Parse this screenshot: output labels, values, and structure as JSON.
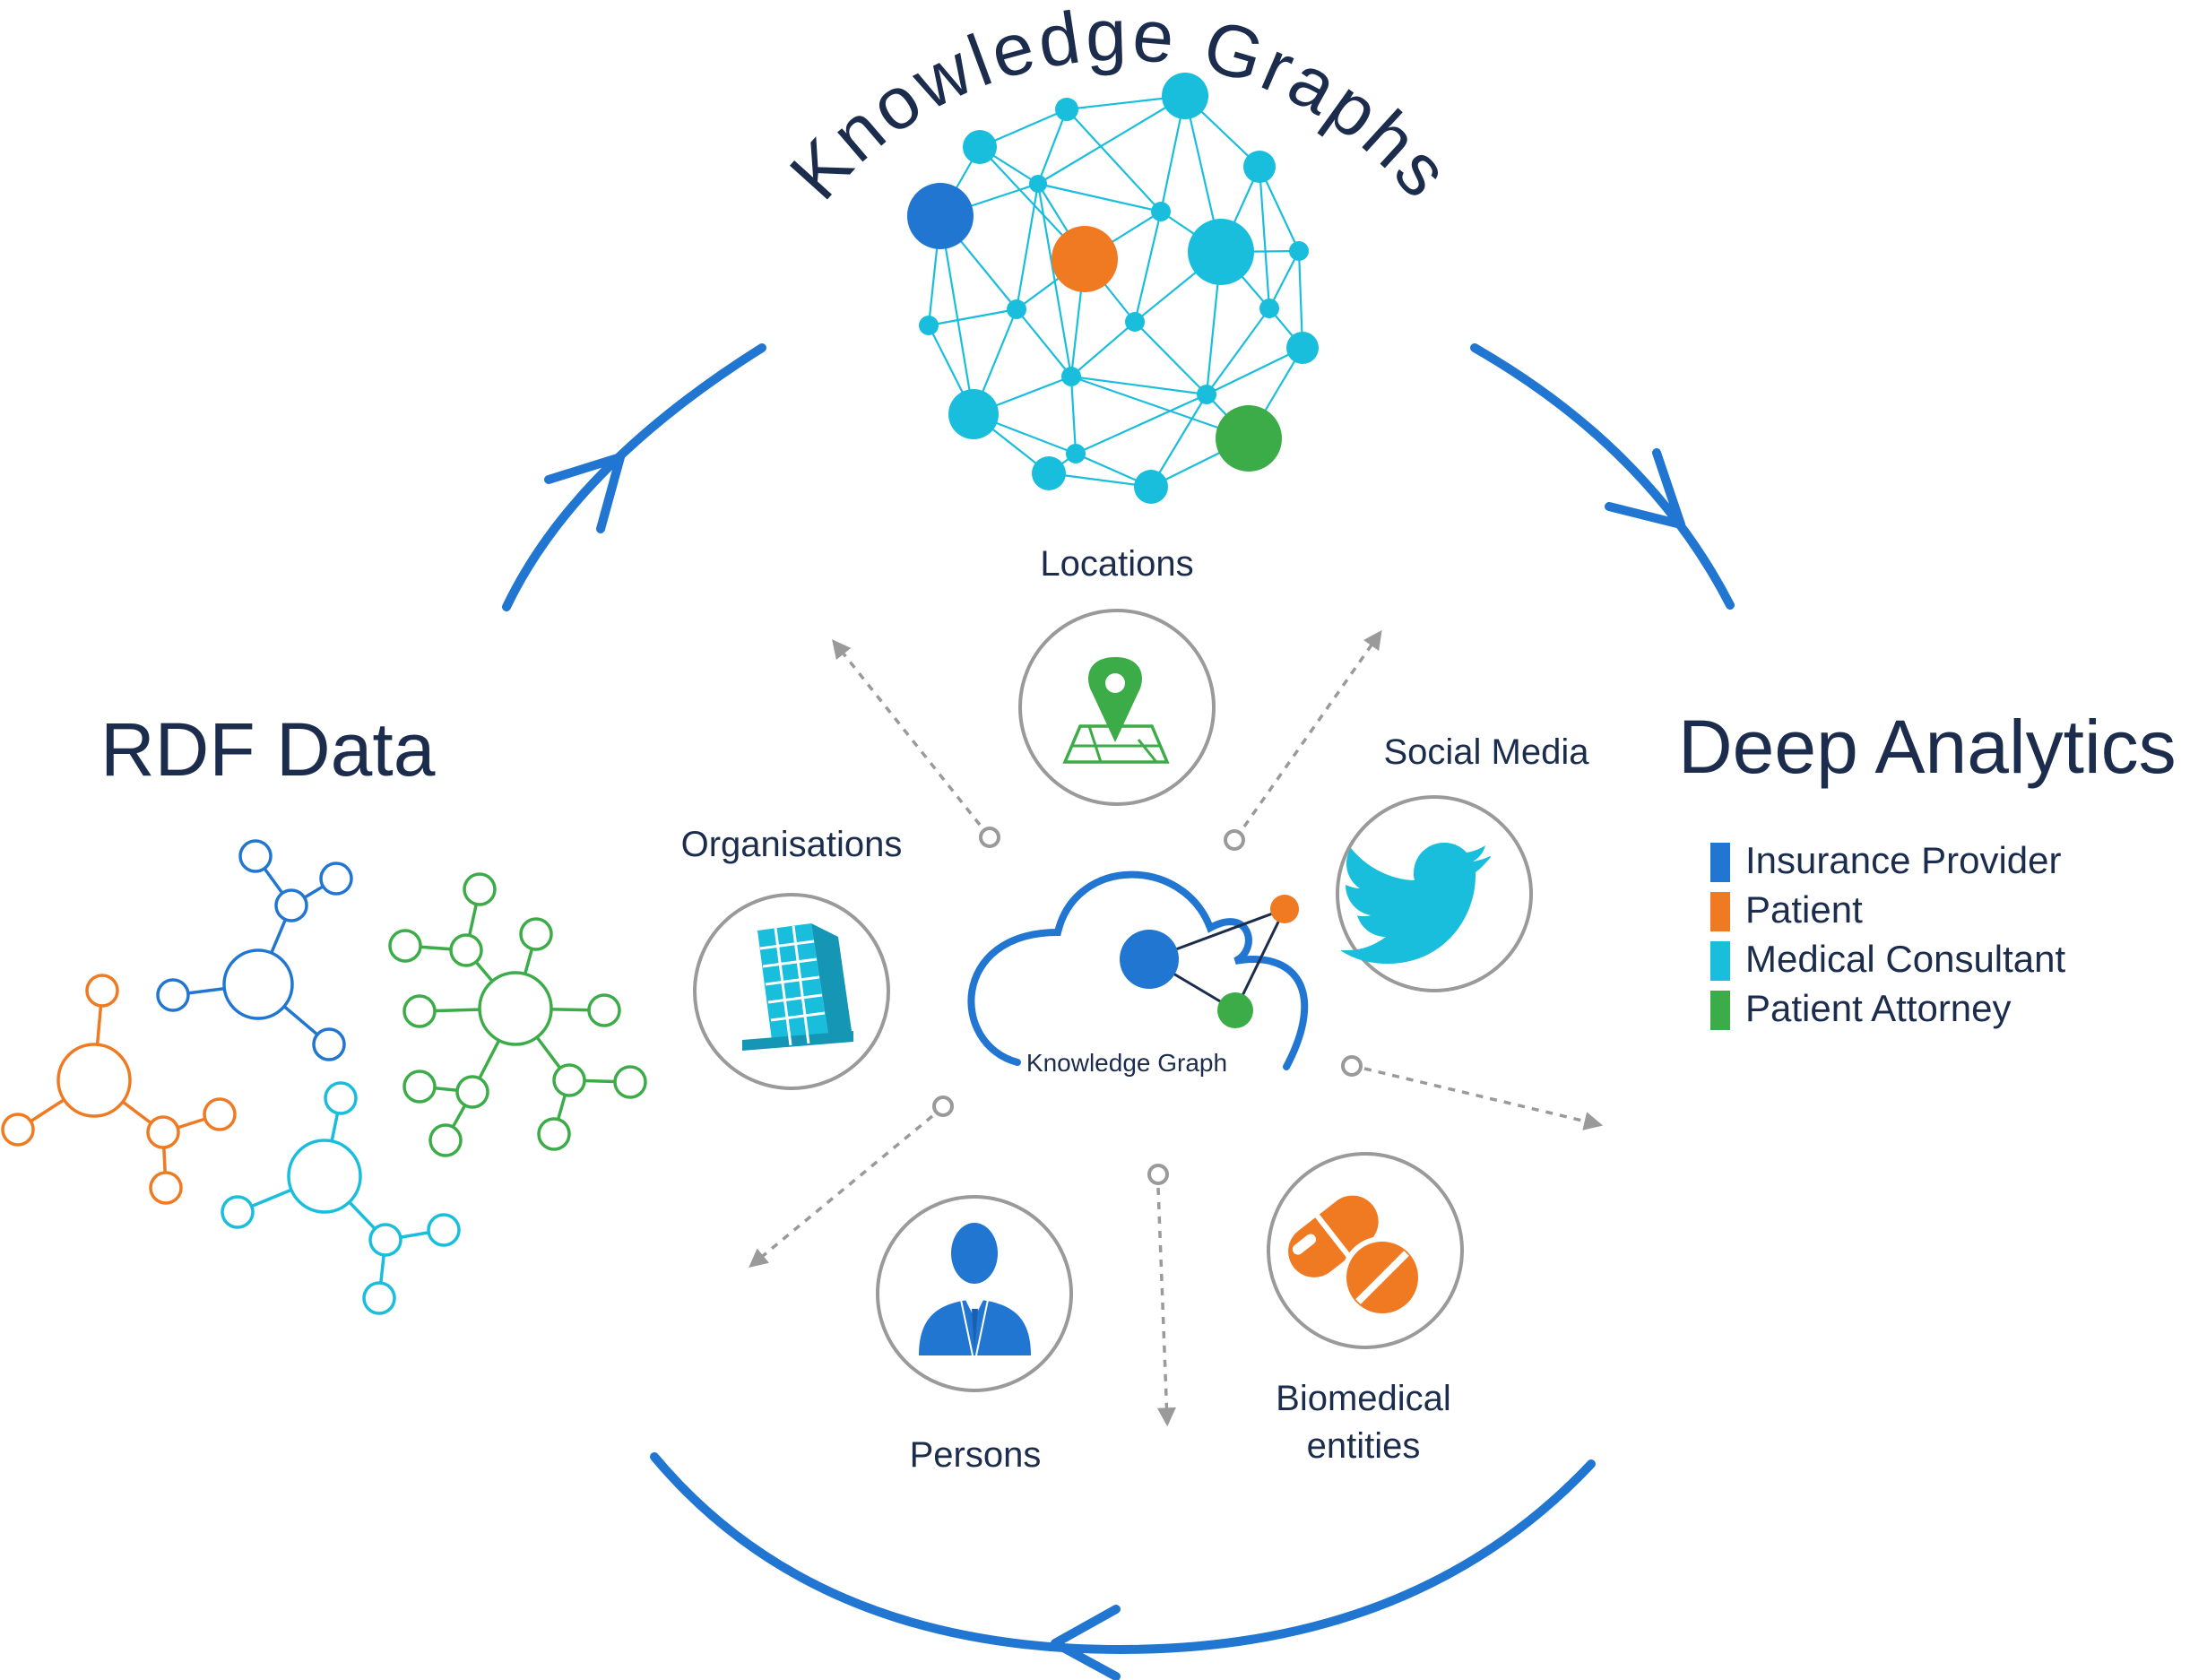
{
  "title_arc": "Knowledge Graphs",
  "left_title": "RDF Data",
  "right_title": "Deep Analytics",
  "center": {
    "label": "Knowledge Graph"
  },
  "entities": {
    "locations": "Locations",
    "social_media": "Social Media",
    "organisations": "Organisations",
    "persons": "Persons",
    "biomedical_line1": "Biomedical",
    "biomedical_line2": "entities"
  },
  "legend": [
    {
      "label": "Insurance Provider",
      "color": "#2176d2"
    },
    {
      "label": "Patient",
      "color": "#f07a22"
    },
    {
      "label": "Medical Consultant",
      "color": "#19bedc"
    },
    {
      "label": "Patient Attorney",
      "color": "#3cac48"
    }
  ],
  "colors": {
    "blue": "#2176d2",
    "orange": "#f07a22",
    "cyan": "#19bedc",
    "green": "#3cac48",
    "navy": "#1b2c4c",
    "gray": "#9a9a9a"
  },
  "icons": {
    "locations": "map-pin-icon",
    "social_media": "twitter-bird-icon",
    "organisations": "office-building-icon",
    "persons": "businessman-icon",
    "biomedical": "pills-icon"
  }
}
